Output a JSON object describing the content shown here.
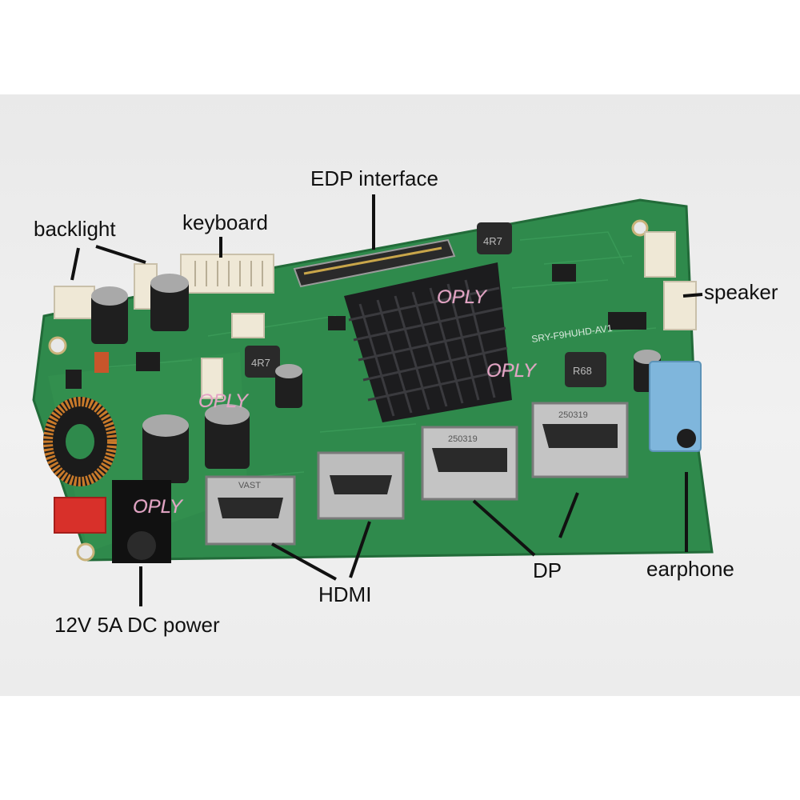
{
  "labels": {
    "backlight": "backlight",
    "keyboard": "keyboard",
    "edp": "EDP interface",
    "speaker": "speaker",
    "earphone": "earphone",
    "dp": "DP",
    "hdmi": "HDMI",
    "power": "12V 5A DC power"
  },
  "watermarks": [
    "OPLY",
    "OPLY",
    "OPLY",
    "OPLY"
  ],
  "board_markings": {
    "model": "SRY-F9HUHD-AV1",
    "inductor_1": "4R7",
    "inductor_2": "4R7",
    "inductor_3": "R68",
    "dp_port_1": "250319",
    "dp_port_2": "250319",
    "hdmi_port": "VAST"
  },
  "colors": {
    "pcb_green": "#2f8a4c",
    "heatsink": "#1c1c1e",
    "audio_jack": "#7fb6dc",
    "connector_white": "#efe8d6",
    "connector_red": "#d8302a"
  }
}
